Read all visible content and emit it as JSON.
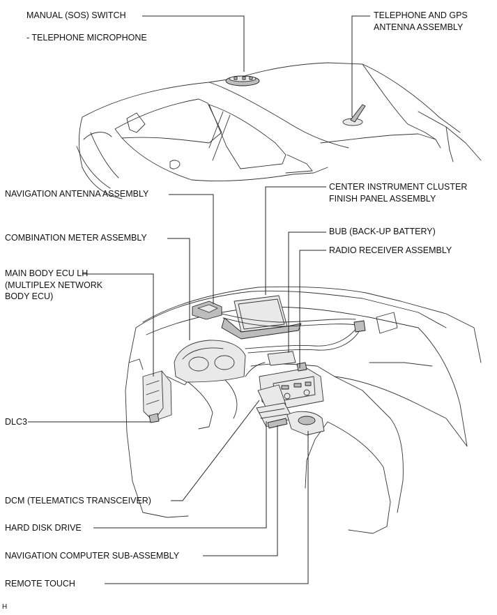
{
  "labels": {
    "manual_sos_switch": "MANUAL (SOS) SWITCH",
    "telephone_microphone": "- TELEPHONE MICROPHONE",
    "telephone_gps_antenna": [
      "TELEPHONE AND GPS",
      "ANTENNA ASSEMBLY"
    ],
    "navigation_antenna": "NAVIGATION ANTENNA ASSEMBLY",
    "center_instrument_cluster": [
      "CENTER INSTRUMENT CLUSTER",
      "FINISH PANEL ASSEMBLY"
    ],
    "bub": "BUB (BACK-UP BATTERY)",
    "combination_meter": "COMBINATION METER ASSEMBLY",
    "radio_receiver": "RADIO RECEIVER ASSEMBLY",
    "main_body_ecu": [
      "MAIN BODY ECU LH",
      "(MULTIPLEX NETWORK",
      "BODY ECU)"
    ],
    "dlc3": "DLC3",
    "dcm": "DCM (TELEMATICS TRANSCEIVER)",
    "hard_disk_drive": "HARD DISK DRIVE",
    "navigation_computer": "NAVIGATION COMPUTER SUB-ASSEMBLY",
    "remote_touch": "REMOTE TOUCH",
    "corner_mark": "H"
  }
}
